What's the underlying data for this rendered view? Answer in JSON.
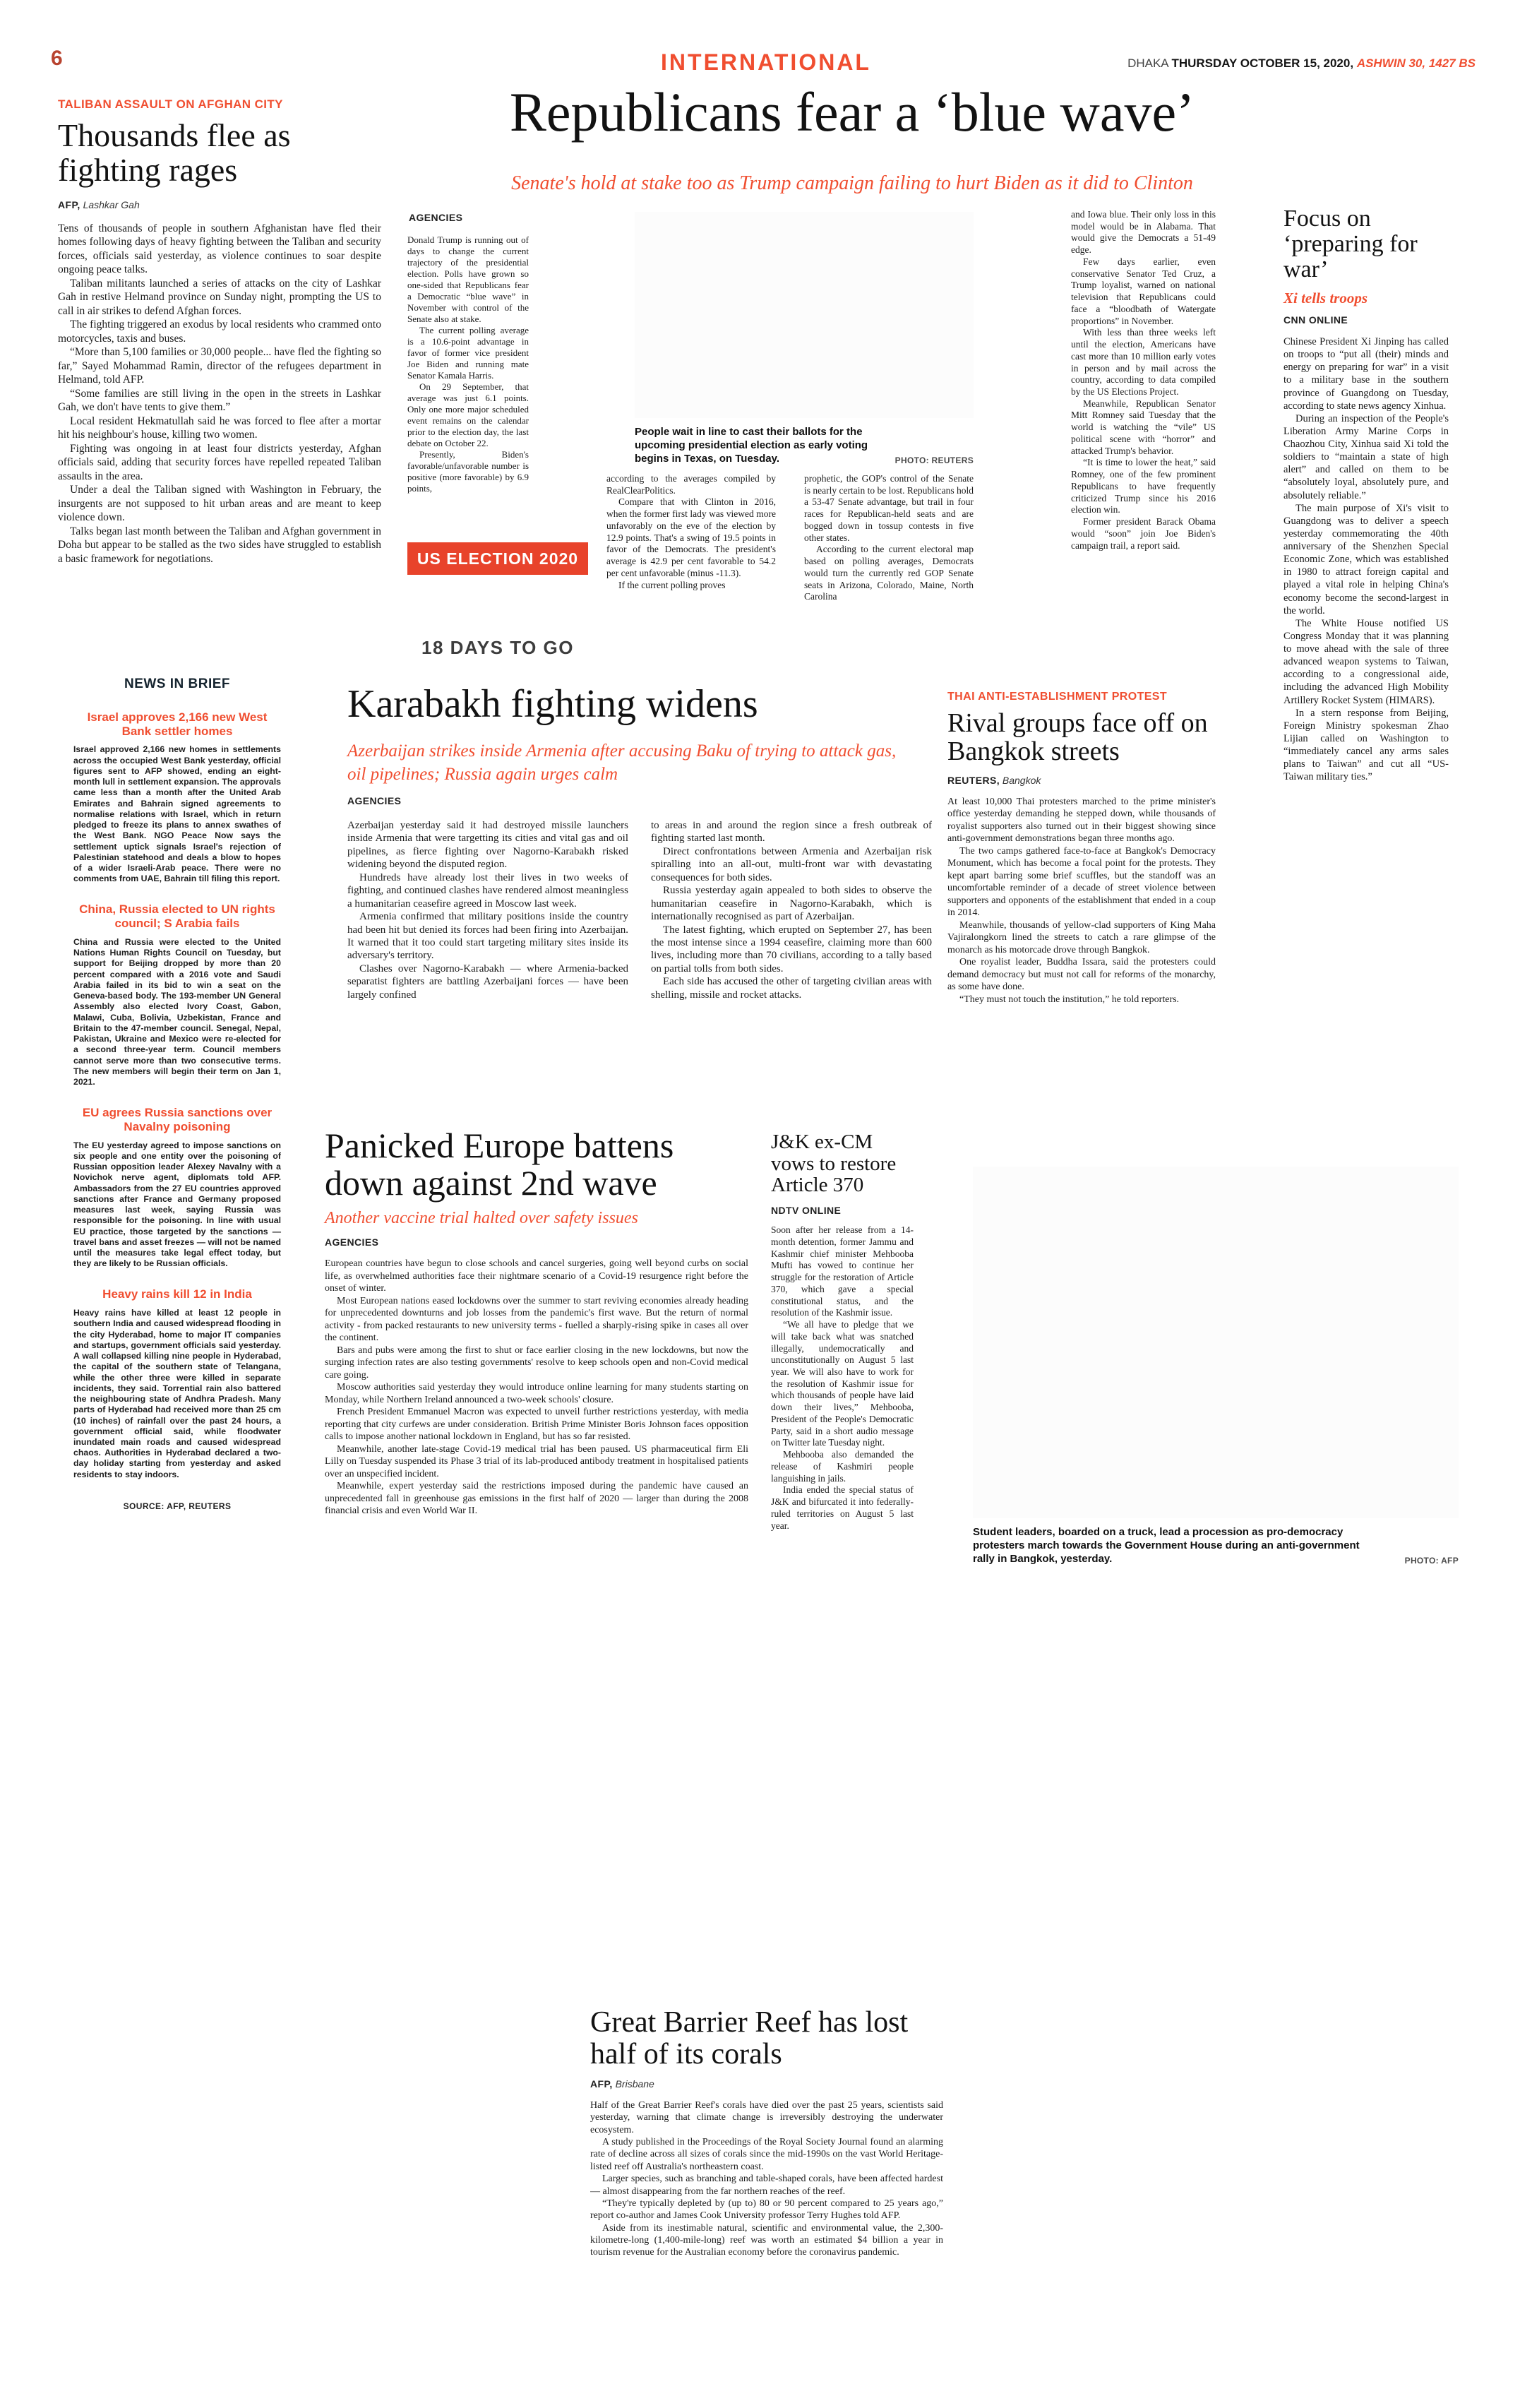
{
  "page": {
    "number": "6",
    "section": "INTERNATIONAL",
    "dateline": {
      "city": "DHAKA",
      "date": "THURSDAY OCTOBER 15, 2020,",
      "alt": "ASHWIN 30, 1427 BS"
    }
  },
  "colors": {
    "accent": "#f04e30",
    "election_box": "#e8432b"
  },
  "afghan": {
    "kicker": "TALIBAN ASSAULT ON AFGHAN CITY",
    "headline": "Thousands flee as fighting rages",
    "byline_src": "AFP,",
    "byline_place": "Lashkar Gah",
    "body": [
      "Tens of thousands of people in southern Afghanistan have fled their homes following days of heavy fighting between the Taliban and security forces, officials said yesterday, as violence continues to soar despite ongoing peace talks.",
      "Taliban militants launched a series of attacks on the city of Lashkar Gah in restive Helmand province on Sunday night, prompting the US to call in air strikes to defend Afghan forces.",
      "The fighting triggered an exodus by local residents who crammed onto motorcycles, taxis and buses.",
      "“More than 5,100 families or 30,000 people... have fled the fighting so far,” Sayed Mohammad Ramin, director of the refugees department in Helmand, told AFP.",
      "“Some families are still living in the open in the streets in Lashkar Gah, we don't have tents to give them.”",
      "Local resident Hekmatullah said he was forced to flee after a mortar hit his neighbour's house, killing two women.",
      "Fighting was ongoing in at least four districts yesterday, Afghan officials said, adding that security forces have repelled repeated Taliban assaults in the area.",
      "Under a deal the Taliban signed with Washington in February, the insurgents are not supposed to hit urban areas and are meant to keep violence down.",
      "Talks began last month between the Taliban and Afghan government in Doha but appear to be stalled as the two sides have struggled to establish a basic framework for negotiations."
    ]
  },
  "bluewave": {
    "headline": "Republicans fear a ‘blue wave’",
    "deck": "Senate's hold at stake too as Trump campaign failing to hurt Biden as it did to Clinton",
    "byline_src": "AGENCIES",
    "col_a": [
      "Donald Trump is running out of days to change the current trajectory of the presidential election. Polls have grown so one-sided that Republicans fear a Democratic “blue wave” in November with control of the Senate also at stake.",
      "The current polling average is a 10.6-point advantage in favor of former vice president Joe Biden and running mate Senator Kamala Harris.",
      "On 29 September, that average was just 6.1 points. Only one more major scheduled event remains on the calendar prior to the election day, the last debate on October 22.",
      "Presently, Biden's favorable/unfavorable number is positive (more favorable) by 6.9 points,"
    ],
    "col_b": [
      "according to the averages compiled by RealClearPolitics.",
      "Compare that with Clinton in 2016, when the former first lady was viewed more unfavorably on the eve of the election by 12.9 points. That's a swing of 19.5 points in favor of the Democrats. The president's average is 42.9 per cent favorable to 54.2 per cent unfavorable (minus -11.3).",
      "If the current polling proves"
    ],
    "col_c": [
      "prophetic, the GOP's control of the Senate is nearly certain to be lost. Republicans hold a 53-47 Senate advantage, but trail in four races for Republican-held seats and are bogged down in tossup contests in five other states.",
      "According to the current electoral map based on polling averages, Democrats would turn the currently red GOP Senate seats in Arizona, Colorado, Maine, North Carolina"
    ],
    "col_d": [
      "and Iowa blue. Their only loss in this model would be in Alabama. That would give the Democrats a 51-49 edge.",
      "Few days earlier, even conservative Senator Ted Cruz, a Trump loyalist, warned on national television that Republicans could face a “bloodbath of Watergate proportions” in November.",
      "With less than three weeks left until the election, Americans have cast more than 10 million early votes in person and by mail across the country, according to data compiled by the US Elections Project.",
      "Meanwhile, Republican Senator Mitt Romney said Tuesday that the world is watching the “vile” US political scene with “horror” and attacked Trump's behavior.",
      "“It is time to lower the heat,” said Romney, one of the few prominent Republicans to have frequently criticized Trump since his 2016 election win.",
      "Former president Barack Obama would “soon” join Joe Biden's campaign trail, a report said."
    ],
    "photo_caption": "People wait in line to cast their ballots for the upcoming presidential election as early voting begins in Texas, on Tuesday.",
    "photo_credit": "PHOTO: REUTERS",
    "election_box_label": "US ELECTION 2020",
    "days_label": "18 DAYS TO GO"
  },
  "xi": {
    "headline": "Focus on ‘preparing for war’",
    "deck": "Xi tells troops",
    "byline_src": "CNN ONLINE",
    "body": [
      "Chinese President Xi Jinping has called on troops to “put all (their) minds and energy on preparing for war” in a visit to a military base in the southern province of Guangdong on Tuesday, according to state news agency Xinhua.",
      "During an inspection of the People's Liberation Army Marine Corps in Chaozhou City, Xinhua said Xi told the soldiers to “maintain a state of high alert” and called on them to be “absolutely loyal, absolutely pure, and absolutely reliable.”",
      "The main purpose of Xi's visit to Guangdong was to deliver a speech yesterday commemorating the 40th anniversary of the Shenzhen Special Economic Zone, which was established in 1980 to attract foreign capital and played a vital role in helping China's economy become the second-largest in the world.",
      "The White House notified US Congress Monday that it was planning to move ahead with the sale of three advanced weapon systems to Taiwan, according to a congressional aide, including the advanced High Mobility Artillery Rocket System (HIMARS).",
      "In a stern response from Beijing, Foreign Ministry spokesman Zhao Lijian called on Washington to “immediately cancel any arms sales plans to Taiwan” and cut all “US-Taiwan military ties.”"
    ]
  },
  "karabakh": {
    "headline": "Karabakh fighting widens",
    "deck": "Azerbaijan strikes inside Armenia after accusing Baku of trying to attack gas, oil pipelines; Russia again urges calm",
    "byline_src": "AGENCIES",
    "col_1": [
      "Azerbaijan yesterday said it had destroyed missile launchers inside Armenia that were targetting its cities and vital gas and oil pipelines, as fierce fighting over Nagorno-Karabakh risked widening beyond the disputed region.",
      "Hundreds have already lost their lives in two weeks of fighting, and continued clashes have rendered almost meaningless a humanitarian ceasefire agreed in Moscow last week.",
      "Armenia confirmed that military positions inside the country had been hit but denied its forces had been firing into Azerbaijan. It warned that it too could start targeting military sites inside its adversary's territory.",
      "Clashes over Nagorno-Karabakh — where Armenia-backed separatist fighters are battling Azerbaijani forces — have been largely confined"
    ],
    "col_2": [
      "to areas in and around the region since a fresh outbreak of fighting started last month.",
      "Direct confrontations between Armenia and Azerbaijan risk spiralling into an all-out, multi-front war with devastating consequences for both sides.",
      "Russia yesterday again appealed to both sides to observe the humanitarian ceasefire in Nagorno-Karabakh, which is internationally recognised as part of Azerbaijan.",
      "The latest fighting, which erupted on September 27, has been the most intense since a 1994 ceasefire, claiming more than 600 lives, including more than 70 civilians, according to a tally based on partial tolls from both sides.",
      "Each side has accused the other of targeting civilian areas with shelling, missile and rocket attacks."
    ]
  },
  "thai": {
    "kicker": "THAI ANTI-ESTABLISHMENT PROTEST",
    "headline": "Rival groups face off on Bangkok streets",
    "byline_src": "REUTERS,",
    "byline_place": "Bangkok",
    "body": [
      "At least 10,000 Thai protesters marched to the prime minister's office yesterday demanding he stepped down, while thousands of royalist supporters also turned out in their biggest showing since anti-government demonstrations began three months ago.",
      "The two camps gathered face-to-face at Bangkok's Democracy Monument, which has become a focal point for the protests. They kept apart barring some brief scuffles, but the standoff was an uncomfortable reminder of a decade of street violence between supporters and opponents of the establishment that ended in a coup in 2014.",
      "Meanwhile, thousands of yellow-clad supporters of King Maha Vajiralongkorn lined the streets to catch a rare glimpse of the monarch as his motorcade drove through Bangkok.",
      "One royalist leader, Buddha Issara, said the protesters could demand democracy but must not call for reforms of the monarchy, as some have done.",
      "“They must not touch the institution,” he told reporters."
    ]
  },
  "brief": {
    "title": "NEWS IN BRIEF",
    "items": [
      {
        "heading": "Israel approves 2,166 new West Bank settler homes",
        "body": "Israel approved 2,166 new homes in settlements across the occupied West Bank yesterday, official figures sent to AFP showed, ending an eight-month lull in settlement expansion. The approvals came less than a month after the United Arab Emirates and Bahrain signed agreements to normalise relations with Israel, which in return pledged to freeze its plans to annex swathes of the West Bank. NGO Peace Now says the settlement uptick signals Israel's rejection of Palestinian statehood and deals a blow to hopes of a wider Israeli-Arab peace. There were no comments from UAE, Bahrain till filing this report."
      },
      {
        "heading": "China, Russia elected to UN rights council; S Arabia fails",
        "body": "China and Russia were elected to the United Nations Human Rights Council on Tuesday, but support for Beijing dropped by more than 20 percent compared with a 2016 vote and Saudi Arabia failed in its bid to win a seat on the Geneva-based body. The 193-member UN General Assembly also elected Ivory Coast, Gabon, Malawi, Cuba, Bolivia, Uzbekistan, France and Britain to the 47-member council. Senegal, Nepal, Pakistan, Ukraine and Mexico were re-elected for a second three-year term. Council members cannot serve more than two consecutive terms. The new members will begin their term on Jan 1, 2021."
      },
      {
        "heading": "EU agrees Russia sanctions over Navalny poisoning",
        "body": "The EU yesterday agreed to impose sanctions on six people and one entity over the poisoning of Russian opposition leader Alexey Navalny with a Novichok nerve agent, diplomats told AFP. Ambassadors from the 27 EU countries approved sanctions after France and Germany proposed measures last week, saying Russia was responsible for the poisoning. In line with usual EU practice, those targeted by the sanctions — travel bans and asset freezes — will not be named until the measures take legal effect today, but they are likely to be Russian officials."
      },
      {
        "heading": "Heavy rains kill 12 in India",
        "body": "Heavy rains have killed at least 12 people in southern India and caused widespread flooding in the city Hyderabad, home to major IT companies and startups, government officials said yesterday. A wall collapsed killing nine people in Hyderabad, the capital of the southern state of Telangana, while the other three were killed in separate incidents, they said. Torrential rain also battered the neighbouring state of Andhra Pradesh. Many parts of Hyderabad had received more than 25 cm (10 inches) of rainfall over the past 24 hours, a government official said, while floodwater inundated main roads and caused widespread chaos. Authorities in Hyderabad declared a two-day holiday starting from yesterday and asked residents to stay indoors."
      }
    ],
    "source": "SOURCE: AFP, REUTERS"
  },
  "europe": {
    "headline": "Panicked Europe battens down against 2nd wave",
    "deck": "Another vaccine trial halted over safety issues",
    "byline_src": "AGENCIES",
    "body": [
      "European countries have begun to close schools and cancel surgeries, going well beyond curbs on social life, as overwhelmed authorities face their nightmare scenario of a Covid-19 resurgence right before the onset of winter.",
      "Most European nations eased lockdowns over the summer to start reviving economies already heading for unprecedented downturns and job losses from the pandemic's first wave. But the return of normal activity - from packed restaurants to new university terms - fuelled a sharply-rising spike in cases all over the continent.",
      "Bars and pubs were among the first to shut or face earlier closing in the new lockdowns, but now the surging infection rates are also testing governments' resolve to keep schools open and non-Covid medical care going.",
      "Moscow authorities said yesterday they would introduce online learning for many students starting on Monday, while Northern Ireland announced a two-week schools' closure.",
      "French President Emmanuel Macron was expected to unveil further restrictions yesterday, with media reporting that city curfews are under consideration. British Prime Minister Boris Johnson faces opposition calls to impose another national lockdown in England, but has so far resisted.",
      "Meanwhile, another late-stage Covid-19 medical trial has been paused. US pharmaceutical firm Eli Lilly on Tuesday suspended its Phase 3 trial of its lab-produced antibody treatment in hospitalised patients over an unspecified incident.",
      "Meanwhile, expert yesterday said the restrictions imposed during the pandemic have caused an unprecedented fall in greenhouse gas emissions in the first half of 2020 — larger than during the 2008 financial crisis and even World War II."
    ]
  },
  "jk": {
    "headline": "J&K ex-CM vows to restore Article 370",
    "byline_src": "NDTV ONLINE",
    "body": [
      "Soon after her release from a 14-month detention, former Jammu and Kashmir chief minister Mehbooba Mufti has vowed to continue her struggle for the restoration of Article 370, which gave a special constitutional status, and the resolution of the Kashmir issue.",
      "“We all have to pledge that we will take back what was snatched illegally, undemocratically and unconstitutionally on August 5 last year. We will also have to work for the resolution of Kashmir issue for which thousands of people have laid down their lives,” Mehbooba, President of the People's Democratic Party, said in a short audio message on Twitter late Tuesday night.",
      "Mehbooba also demanded the release of Kashmiri people languishing in jails.",
      "India ended the special status of J&K and bifurcated it into federally-ruled territories on August 5 last year."
    ]
  },
  "bangkok_photo": {
    "caption": "Student leaders, boarded on a truck, lead a procession as pro-democracy protesters march towards the Government House during an anti-government rally in Bangkok, yesterday.",
    "credit": "PHOTO: AFP"
  },
  "reef": {
    "headline": "Great Barrier Reef has lost half of its corals",
    "byline_src": "AFP,",
    "byline_place": "Brisbane",
    "body": [
      "Half of the Great Barrier Reef's corals have died over the past 25 years, scientists said yesterday, warning that climate change is irreversibly destroying the underwater ecosystem.",
      "A study published in the Proceedings of the Royal Society Journal found an alarming rate of decline across all sizes of corals since the mid-1990s on the vast World Heritage-listed reef off Australia's northeastern coast.",
      "Larger species, such as branching and table-shaped corals, have been affected hardest — almost disappearing from the far northern reaches of the reef.",
      "“They're typically depleted by (up to) 80 or 90 percent compared to 25 years ago,” report co-author and James Cook University professor Terry Hughes told AFP.",
      "Aside from its inestimable natural, scientific and environmental value, the 2,300-kilometre-long (1,400-mile-long) reef was worth an estimated $4 billion a year in tourism revenue for the Australian economy before the coronavirus pandemic."
    ]
  }
}
